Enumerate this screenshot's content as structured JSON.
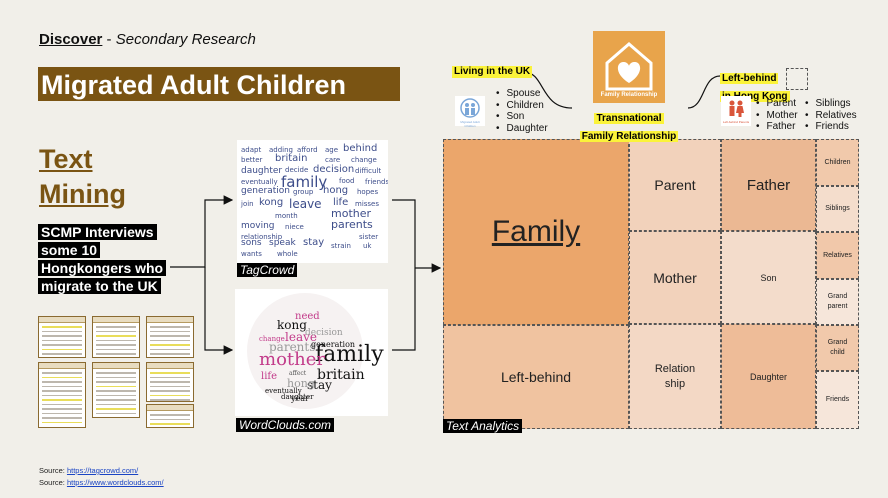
{
  "header": {
    "discover": "Discover",
    "separator": " - ",
    "subtitle": "Secondary Research"
  },
  "title": "Migrated Adult Children",
  "text_mining": {
    "line1": "Text ",
    "line2": "Mining "
  },
  "scmp_note": "SCMP Interviews some 10 Hongkongers who migrate to the UK",
  "tagcrowd": {
    "caption": "TagCrowd",
    "words": [
      {
        "t": "adapt",
        "s": 7
      },
      {
        "t": "adding",
        "s": 7
      },
      {
        "t": "afford",
        "s": 7
      },
      {
        "t": "age",
        "s": 7
      },
      {
        "t": "behind",
        "s": 10
      },
      {
        "t": "better",
        "s": 7
      },
      {
        "t": "britain",
        "s": 10
      },
      {
        "t": "care",
        "s": 7
      },
      {
        "t": "change",
        "s": 7
      },
      {
        "t": "daughter",
        "s": 9
      },
      {
        "t": "decide",
        "s": 7
      },
      {
        "t": "decision",
        "s": 10
      },
      {
        "t": "difficult",
        "s": 7
      },
      {
        "t": "eventually",
        "s": 7
      },
      {
        "t": "family",
        "s": 15
      },
      {
        "t": "food",
        "s": 7
      },
      {
        "t": "friends",
        "s": 7
      },
      {
        "t": "generation",
        "s": 9
      },
      {
        "t": "group",
        "s": 7
      },
      {
        "t": "hong",
        "s": 10
      },
      {
        "t": "hopes",
        "s": 7
      },
      {
        "t": "join",
        "s": 7
      },
      {
        "t": "kong",
        "s": 10
      },
      {
        "t": "leave",
        "s": 12
      },
      {
        "t": "life",
        "s": 10
      },
      {
        "t": "misses",
        "s": 7
      },
      {
        "t": "month",
        "s": 7
      },
      {
        "t": "mother",
        "s": 11
      },
      {
        "t": "moving",
        "s": 9
      },
      {
        "t": "niece",
        "s": 7
      },
      {
        "t": "parents",
        "s": 11
      },
      {
        "t": "relationship",
        "s": 7
      },
      {
        "t": "sister",
        "s": 7
      },
      {
        "t": "sons",
        "s": 9
      },
      {
        "t": "speak",
        "s": 9
      },
      {
        "t": "stay",
        "s": 10
      },
      {
        "t": "strain",
        "s": 7
      },
      {
        "t": "uk",
        "s": 7
      },
      {
        "t": "wants",
        "s": 7
      },
      {
        "t": "whole",
        "s": 7
      }
    ]
  },
  "wordcloud": {
    "caption": "WordClouds.com",
    "words": [
      {
        "t": "family",
        "s": 22,
        "c": "#111"
      },
      {
        "t": "mother",
        "s": 18,
        "c": "#c23b8a"
      },
      {
        "t": "britain",
        "s": 14,
        "c": "#111"
      },
      {
        "t": "parents",
        "s": 12,
        "c": "#999"
      },
      {
        "t": "kong",
        "s": 12,
        "c": "#111"
      },
      {
        "t": "leave",
        "s": 12,
        "c": "#c23b8a"
      },
      {
        "t": "stay",
        "s": 12,
        "c": "#111"
      },
      {
        "t": "hong",
        "s": 11,
        "c": "#999"
      },
      {
        "t": "need",
        "s": 10,
        "c": "#c23b8a"
      },
      {
        "t": "decision",
        "s": 9,
        "c": "#999"
      },
      {
        "t": "generation",
        "s": 8,
        "c": "#111"
      },
      {
        "t": "life",
        "s": 10,
        "c": "#c23b8a"
      },
      {
        "t": "daughter",
        "s": 7,
        "c": "#111"
      },
      {
        "t": "change",
        "s": 7,
        "c": "#c23b8a"
      },
      {
        "t": "eventually",
        "s": 7,
        "c": "#111"
      },
      {
        "t": "year",
        "s": 8,
        "c": "#111"
      },
      {
        "t": "affect",
        "s": 6,
        "c": "#555"
      }
    ]
  },
  "text_analytics_caption": "Text Analytics",
  "treemap": [
    {
      "label": "Family",
      "size": 30,
      "bg": "#eba66b",
      "underline": true
    },
    {
      "label": "Left-behind",
      "size": 14,
      "bg": "#f0c3a0"
    },
    {
      "label": "Parent",
      "size": 14,
      "bg": "#f2d2bb"
    },
    {
      "label": "Father",
      "size": 15,
      "bg": "#ebb893"
    },
    {
      "label": "Mother",
      "size": 14,
      "bg": "#f2d2bb"
    },
    {
      "label": "Son",
      "size": 9,
      "bg": "#f3dccb"
    },
    {
      "label": "Relation ship",
      "size": 11,
      "bg": "#f3d8c5"
    },
    {
      "label": "Daughter",
      "size": 9,
      "bg": "#eebc98"
    },
    {
      "label": "Children",
      "size": 7,
      "bg": "#f1c9ab"
    },
    {
      "label": "Siblings",
      "size": 7,
      "bg": "#f4ddcc"
    },
    {
      "label": "Relatives",
      "size": 7,
      "bg": "#f1c8aa"
    },
    {
      "label": "Grand parent",
      "size": 7,
      "bg": "#f6e6da"
    },
    {
      "label": "Grand child",
      "size": 7,
      "bg": "#f1c9ab"
    },
    {
      "label": "Friends",
      "size": 7,
      "bg": "#f6e6da"
    }
  ],
  "relationship": {
    "logo_text": "Family Relationship",
    "living_uk": "Living in the UK",
    "living_uk_items": [
      "Spouse",
      "Children",
      "Son",
      "Daughter"
    ],
    "small_logo_uk": "Migrated Adult Children",
    "center": [
      "Transnational",
      "Family Relationship"
    ],
    "left_behind": [
      "Left-behind",
      "in Hong Kong"
    ],
    "left_items_1": [
      "Parent",
      "Mother",
      "Father"
    ],
    "left_items_2": [
      "Siblings",
      "Relatives",
      "Friends"
    ],
    "small_logo_hk": "Left-behind Parents",
    "logo_color": "#e8a44b",
    "highlight_color": "#fbf33a"
  },
  "sources": [
    {
      "label": "Source: ",
      "url": "https://tagcrowd.com/"
    },
    {
      "label": "Source: ",
      "url": "https://www.wordclouds.com/"
    }
  ]
}
